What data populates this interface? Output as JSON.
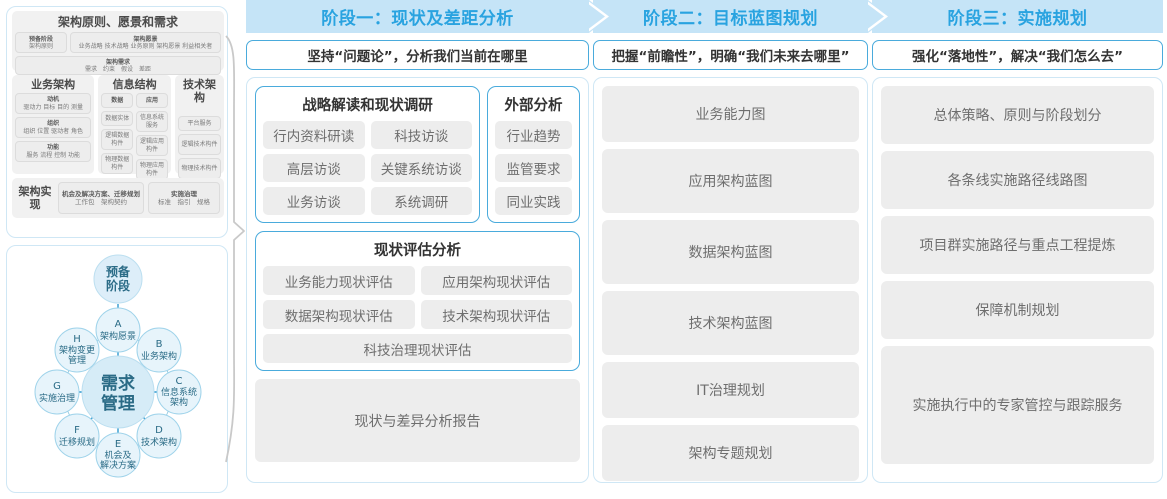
{
  "left_panel": {
    "togaf": {
      "title": "架构原则、愿景和需求",
      "prep": {
        "line1": "预备阶段",
        "line2": "架构原则"
      },
      "vision": {
        "title": "架构愿景",
        "items": "业务战略 技术战略 业务原则 架构愿景 利益相关者"
      },
      "requirement": {
        "title": "架构需求",
        "items": "需求　约束　假设　差距"
      },
      "columns": [
        {
          "title": "业务架构",
          "cells": [
            {
              "head": "动机",
              "items": "驱动力 目标 目的 测量"
            },
            {
              "head": "组织",
              "items": "组织 位置 驱动者 角色"
            },
            {
              "head": "功能",
              "items": "服务 流程 控制 功能"
            }
          ]
        },
        {
          "title": "信息结构",
          "subcolumns": [
            {
              "head": "数据",
              "cells": [
                "数据实体",
                "逻辑数据构件",
                "物理数据构件"
              ]
            },
            {
              "head": "应用",
              "cells": [
                "信息系统服务",
                "逻辑应用构件",
                "物理应用构件"
              ]
            }
          ]
        },
        {
          "title": "技术架构",
          "cells": [
            "平台服务",
            "逻辑技术构件",
            "物理技术构件"
          ]
        }
      ],
      "bottom": {
        "label": "架构实现",
        "opportunity": {
          "head": "机会及解决方案、迁移规划",
          "items": "工作包　架构契约"
        },
        "governance": {
          "head": "实施治理",
          "items": "标准　指引　规格"
        }
      }
    },
    "adm": {
      "center": {
        "line1": "需求",
        "line2": "管理"
      },
      "preliminary": {
        "line1": "预备",
        "line2": "阶段"
      },
      "phases": [
        {
          "key": "A",
          "label_lines": [
            "架构愿景"
          ]
        },
        {
          "key": "B",
          "label_lines": [
            "业务架构"
          ]
        },
        {
          "key": "C",
          "label_lines": [
            "信息系统",
            "架构"
          ]
        },
        {
          "key": "D",
          "label_lines": [
            "技术架构"
          ]
        },
        {
          "key": "E",
          "label_lines": [
            "机会及",
            "解决方案"
          ]
        },
        {
          "key": "F",
          "label_lines": [
            "迁移规划"
          ]
        },
        {
          "key": "G",
          "label_lines": [
            "实施治理"
          ]
        },
        {
          "key": "H",
          "label_lines": [
            "架构变更",
            "管理"
          ]
        }
      ]
    }
  },
  "stages": [
    {
      "banner": "阶段一：现状及差距分析",
      "strapline": "坚持“问题论”，分析我们当前在哪里",
      "cards": [
        {
          "title": "战略解读和现状调研",
          "rows": [
            [
              "行内资料研读",
              "科技访谈"
            ],
            [
              "高层访谈",
              "关键系统访谈"
            ],
            [
              "业务访谈",
              "系统调研"
            ]
          ]
        },
        {
          "title": "外部分析",
          "chips": [
            "行业趋势",
            "监管要求",
            "同业实践"
          ]
        },
        {
          "title": "现状评估分析",
          "rows": [
            [
              "业务能力现状评估",
              "应用架构现状评估"
            ],
            [
              "数据架构现状评估",
              "技术架构现状评估"
            ]
          ],
          "wide": "科技治理现状评估"
        }
      ],
      "report": "现状与差异分析报告"
    },
    {
      "banner": "阶段二：目标蓝图规划",
      "strapline": "把握“前瞻性”，明确“我们未来去哪里”",
      "items": [
        {
          "label": "业务能力图",
          "height": 56
        },
        {
          "label": "应用架构蓝图",
          "height": 64
        },
        {
          "label": "数据架构蓝图",
          "height": 64
        },
        {
          "label": "技术架构蓝图",
          "height": 64
        },
        {
          "label": "IT治理规划",
          "height": 56
        },
        {
          "label": "架构专题规划",
          "height": 56
        }
      ]
    },
    {
      "banner": "阶段三：实施规划",
      "strapline": "强化“落地性”，解决“我们怎么去”",
      "items": [
        {
          "label": "总体策略、原则与阶段划分",
          "height": 58
        },
        {
          "label": "各条线实施路径线路图",
          "height": 58
        },
        {
          "label": "项目群实施路径与重点工程提炼",
          "height": 58
        },
        {
          "label": "保障机制规划",
          "height": 58
        },
        {
          "label": "实施执行中的专家管控与跟踪服务",
          "height": 118
        }
      ]
    }
  ],
  "colors": {
    "banner_bg": "#c5e4f7",
    "banner_text": "#29a3e0",
    "card_border": "#4aabdc",
    "panel_border": "#cfe7f5",
    "chip_bg": "#ededed",
    "chip_text": "#6e6e6e",
    "adm_circle": "#d6ecf7",
    "adm_text": "#2a6b86"
  }
}
